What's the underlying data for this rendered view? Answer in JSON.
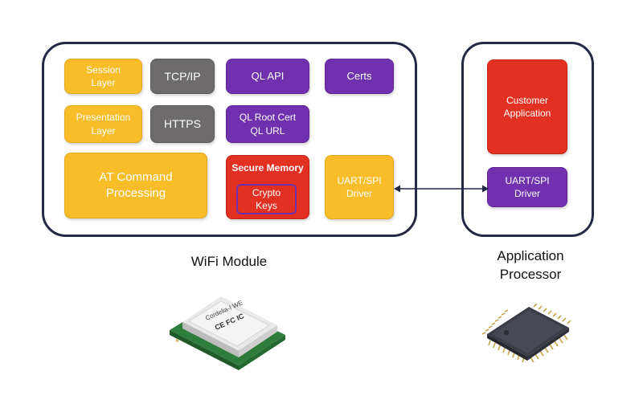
{
  "wifi_module": {
    "caption": "WiFi Module",
    "blocks": {
      "session_layer": "Session\nLayer",
      "tcp_ip": "TCP/IP",
      "ql_api": "QL API",
      "certs": "Certs",
      "presentation_layer": "Presentation\nLayer",
      "https": "HTTPS",
      "ql_root_cert": "QL Root Cert\nQL URL",
      "at_command": "AT Command\nProcessing",
      "secure_memory": "Secure Memory",
      "crypto_keys": "Crypto\nKeys",
      "uart_spi_driver": "UART/SPI\nDriver"
    },
    "chip_label": "Cordelia-I WE",
    "chip_marks": "CE FC IC"
  },
  "app_processor": {
    "caption": "Application\nProcessor",
    "blocks": {
      "customer_application": "Customer\nApplication",
      "uart_spi_driver": "UART/SPI\nDriver"
    }
  },
  "colors": {
    "yellow": "#f9bd29",
    "gray": "#6e6b6c",
    "purple": "#7130ad",
    "red": "#e23123",
    "frame": "#232845"
  }
}
